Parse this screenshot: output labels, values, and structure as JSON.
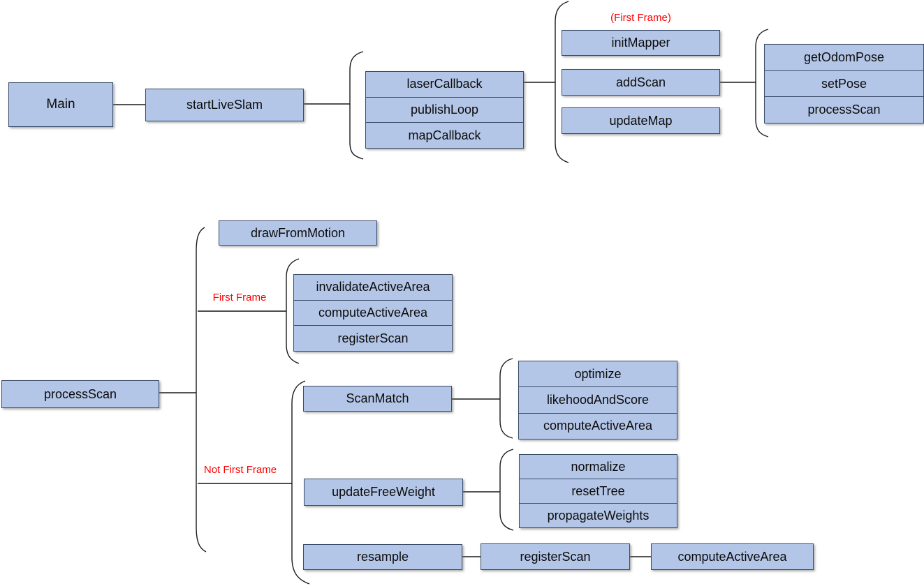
{
  "colors": {
    "box_fill": "#b4c6e7",
    "box_border": "#3a4c68",
    "connector": "#1a1a1a",
    "annotation_red": "#ff0000",
    "text": "#0b0b0b",
    "background": "#ffffff"
  },
  "top_flow": {
    "main": "Main",
    "start_live_slam": "startLiveSlam",
    "callbacks_group": [
      "laserCallback",
      "publishLoop",
      "mapCallback"
    ],
    "first_frame_note": "(First Frame)",
    "mapper_group": [
      "initMapper",
      "addScan",
      "updateMap"
    ],
    "add_scan_group": [
      "getOdomPose",
      "setPose",
      "processScan"
    ]
  },
  "bottom_flow": {
    "process_scan": "processScan",
    "draw_from_motion": "drawFromMotion",
    "first_frame_label": "First Frame",
    "first_frame_group": [
      "invalidateActiveArea",
      "computeActiveArea",
      "registerScan"
    ],
    "not_first_frame_label": "Not First Frame",
    "scan_match": "ScanMatch",
    "scan_match_group": [
      "optimize",
      "likehoodAndScore",
      "computeActiveArea"
    ],
    "update_free_weight": "updateFreeWeight",
    "update_free_weight_group": [
      "normalize",
      "resetTree",
      "propagateWeights"
    ],
    "resample": "resample",
    "register_scan": "registerScan",
    "compute_active_area": "computeActiveArea"
  }
}
